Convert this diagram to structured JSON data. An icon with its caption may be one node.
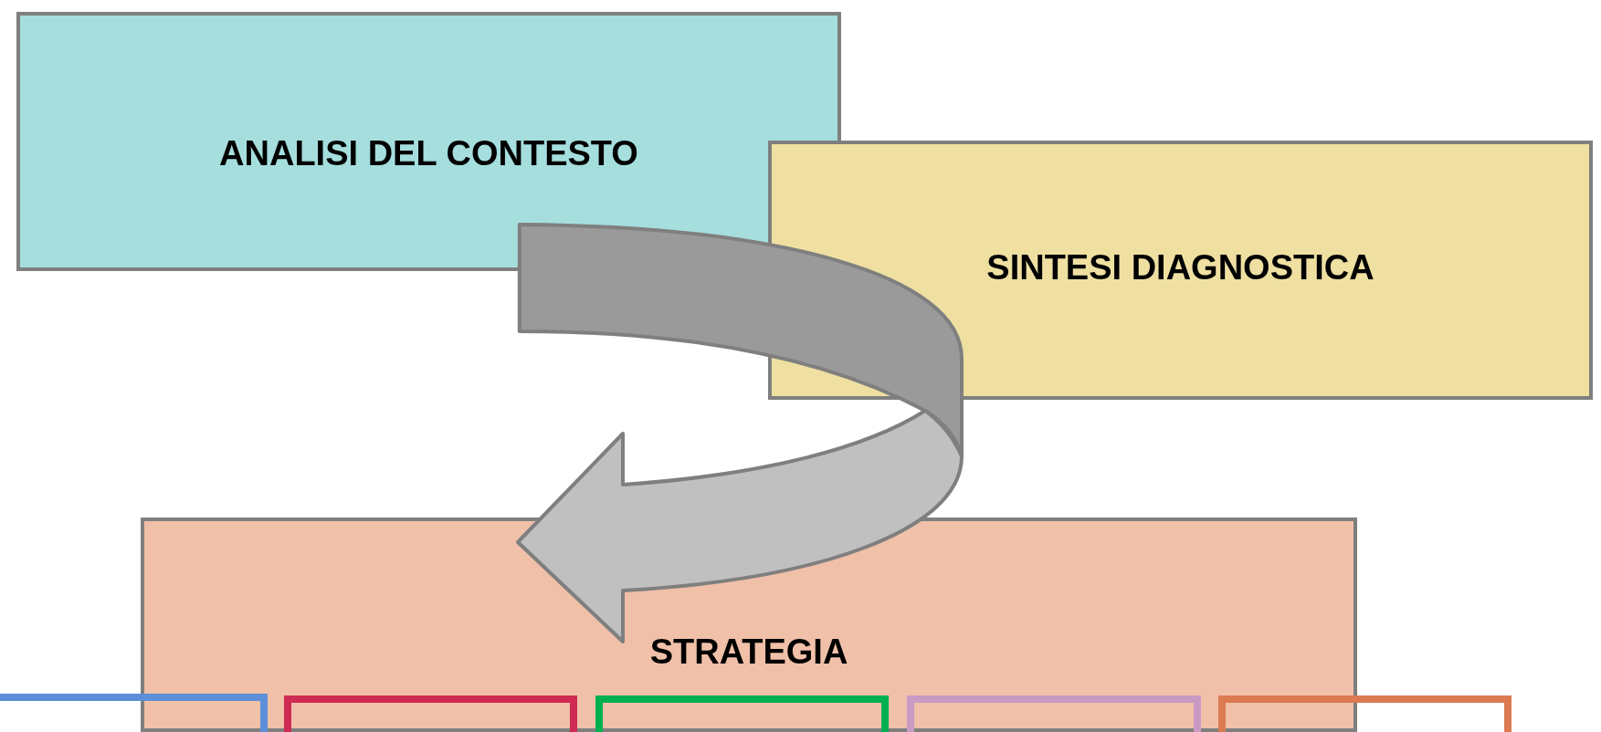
{
  "diagram": {
    "nodes": [
      {
        "text": [
          "ANALISI DEL CONTESTO"
        ]
      },
      {
        "text": [
          "SINTESI DIAGNOSTICA"
        ]
      },
      {
        "text": [
          "STRATEGIA"
        ]
      },
      {
        "text": [],
        "shape": "box"
      },
      {
        "text": [],
        "shape": "box",
        "in": 2
      },
      {
        "text": [],
        "shape": "box",
        "in": 2
      },
      {
        "text": [],
        "shape": "box",
        "in": 2
      },
      {
        "text": [],
        "shape": "box"
      }
    ],
    "edges": [
      {
        "from": 0,
        "to": 2,
        "arrow": "to",
        "style": "thick"
      }
    ]
  }
}
